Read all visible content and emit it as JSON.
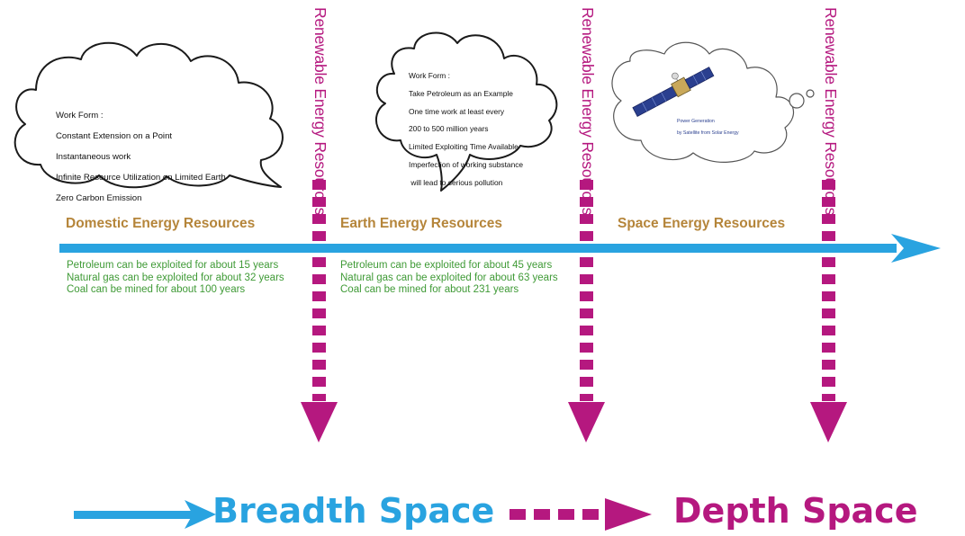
{
  "colors": {
    "breadth": "#29a3e0",
    "depth": "#b5187f",
    "era_title": "#b5853a",
    "lifetime_text": "#3f9a36"
  },
  "clouds": [
    {
      "lines": [
        "Work Form :",
        "Constant  Extension on a Point",
        "Instantaneous work",
        "Infinite Resource Utilization on Limited Earth",
        "Zero Carbon Emission"
      ]
    },
    {
      "lines": [
        "Work Form :",
        "Take Petroleum as an Example",
        "One time work at least every",
        "200 to 500 million years",
        "Limited Exploiting Time Available",
        "Imperfection of  working substance",
        " will lead to serious pollution"
      ]
    },
    {
      "caption": [
        "Power Generation",
        "by Satellite from Solar Energy"
      ],
      "icon": "satellite-icon"
    }
  ],
  "eras": [
    {
      "title": "Domestic Energy Resources",
      "lifetimes": [
        "Petroleum can be exploited for about 15 years",
        "Natural gas can be exploited for about 32 years",
        "Coal can be mined for about 100 years"
      ]
    },
    {
      "title": "Earth Energy Resources",
      "lifetimes": [
        "Petroleum can be exploited for about 45 years",
        "Natural gas can be exploited for about 63 years",
        "Coal can be mined for about 231 years"
      ]
    },
    {
      "title": "Space Energy Resources"
    }
  ],
  "renewable_label": "Renewable Energy Resources",
  "legend": {
    "breadth": "Breadth Space",
    "depth": "Depth Space"
  }
}
